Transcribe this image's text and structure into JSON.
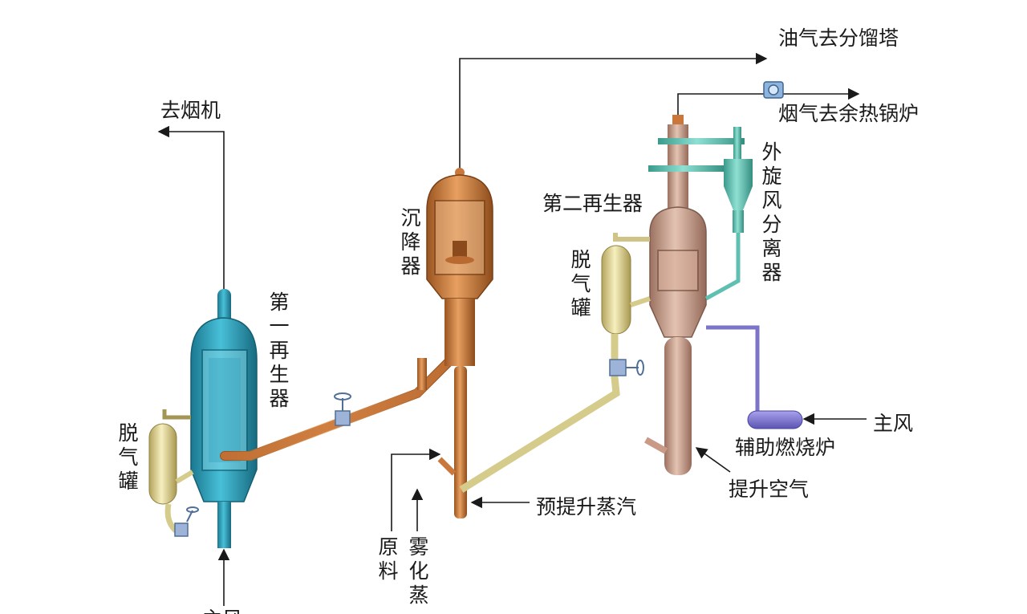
{
  "labels": {
    "oil_gas_to_fractionator": "油气去分馏塔",
    "to_flue_gas_turbine": "去烟机",
    "flue_gas_to_waste_heat_boiler": "烟气去余热锅炉",
    "settler": "沉降器",
    "first_regenerator": "第一再生器",
    "second_regenerator": "第二再生器",
    "external_cyclone": "外旋风分离器",
    "degassing_tank_left": "脱气罐",
    "degassing_tank_right": "脱气罐",
    "main_air_right": "主风",
    "main_air_bottom": "主风",
    "aux_burner": "辅助燃烧炉",
    "lift_air": "提升空气",
    "pre_lift_steam": "预提升蒸汽",
    "feedstock": "原料",
    "atomizing_steam": "雾化蒸"
  },
  "colors": {
    "first_regenerator": "#2b9bb4",
    "settler": "#c9773a",
    "second_regenerator": "#c99a86",
    "cyclone": "#5fbfb0",
    "degassing_tank": "#e3d99a",
    "aux_line": "#7c74c9",
    "valve": "#9db4d8",
    "riser_pipe": "#d5cc8c"
  },
  "icons": [
    "gate-valve-icon",
    "flow-meter-icon"
  ]
}
